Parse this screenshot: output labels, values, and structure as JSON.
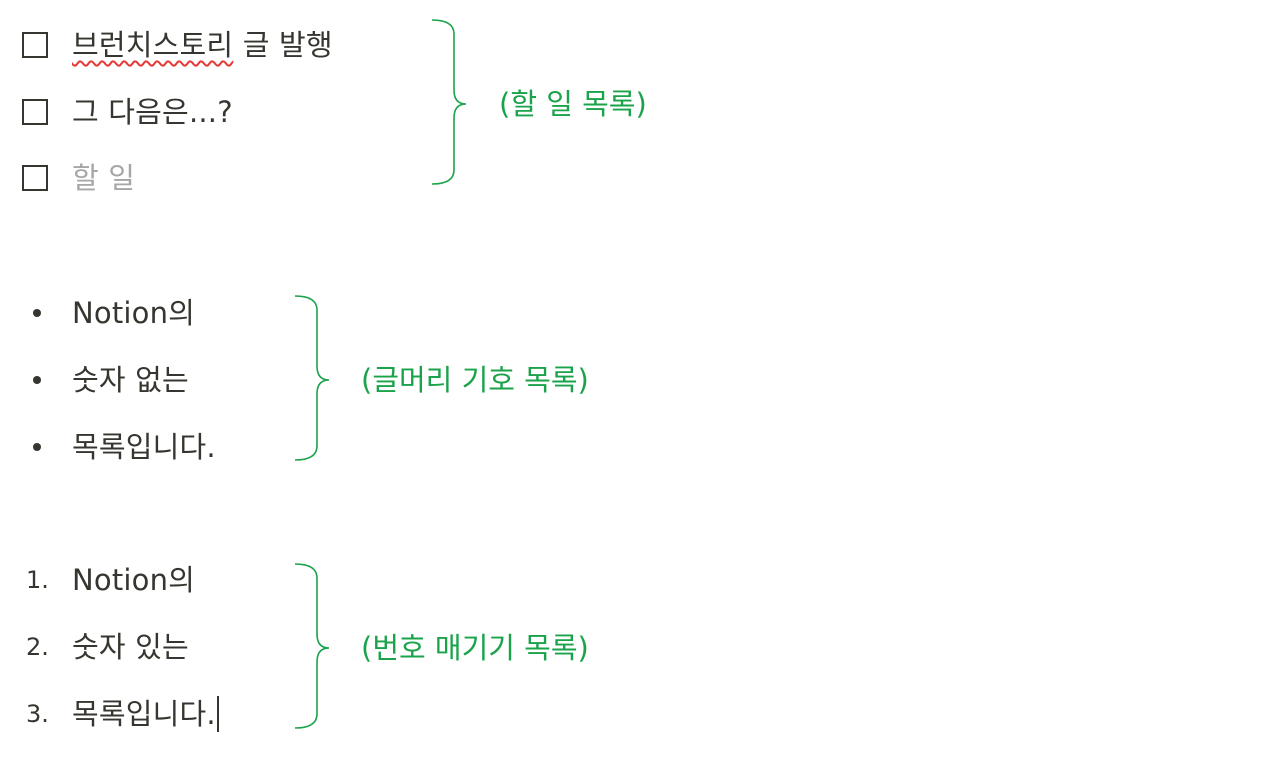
{
  "todo_list": {
    "items": [
      {
        "text": "브런치스토리 글 발행",
        "spell_flag": "브런치스토리",
        "rest": " 글 발행",
        "checked": false
      },
      {
        "text": "그 다음은...?",
        "checked": false
      },
      {
        "text": "할 일",
        "checked": false,
        "placeholder": true
      }
    ],
    "annotation": "(할 일 목록)"
  },
  "bullet_list": {
    "items": [
      "Notion의",
      "숫자 없는",
      "목록입니다."
    ],
    "annotation": "(글머리 기호 목록)"
  },
  "numbered_list": {
    "markers": [
      "1.",
      "2.",
      "3."
    ],
    "items": [
      "Notion의",
      "숫자 있는",
      "목록입니다."
    ],
    "annotation": "(번호 매기기 목록)"
  },
  "colors": {
    "text": "#37352f",
    "placeholder": "#a6a6a6",
    "annotation": "#1aa34a",
    "spellcheck": "#e53935"
  }
}
